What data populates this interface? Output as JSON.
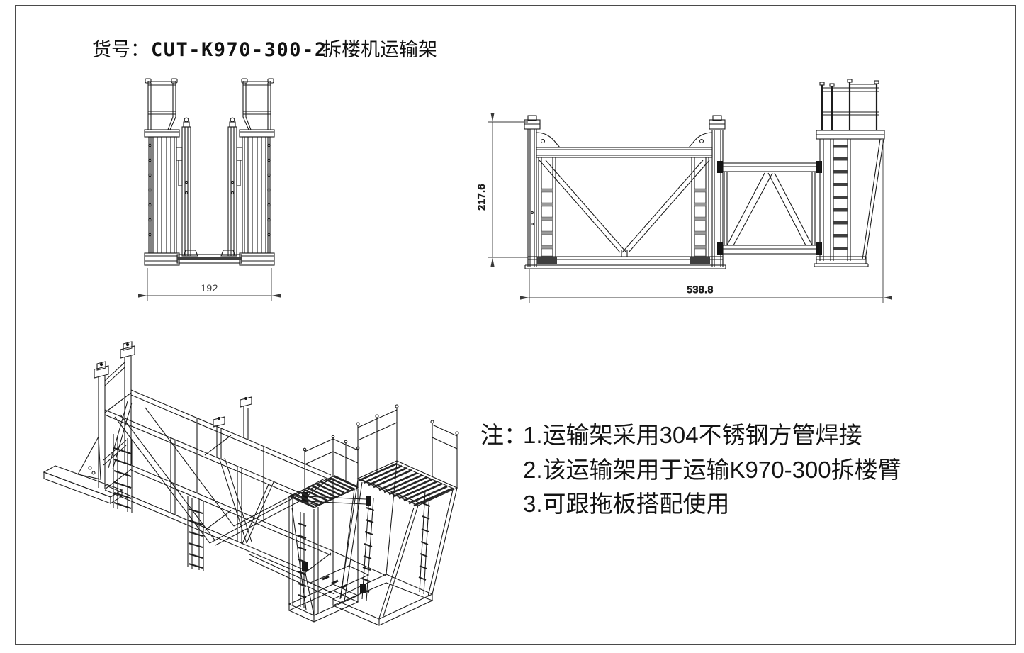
{
  "sheet": {
    "background": "#ffffff",
    "border_color": "#4a4a4a",
    "line_color": "#1c1c1c",
    "dimension_color": "#3a3a3a"
  },
  "title": {
    "label": "货号：",
    "part_no": "CUT-K970-300-2",
    "product_name": "拆楼机运输架"
  },
  "views": {
    "front": {
      "name": "front-view",
      "width_dim": "192"
    },
    "side": {
      "name": "side-view",
      "height_dim": "217.6",
      "length_dim": "538.8"
    },
    "isometric": {
      "name": "isometric-view"
    }
  },
  "notes": {
    "prefix": "注：",
    "items": [
      "1.运输架采用304不锈钢方管焊接",
      "2.该运输架用于运输K970-300拆楼臂",
      "3.可跟拖板搭配使用"
    ]
  }
}
